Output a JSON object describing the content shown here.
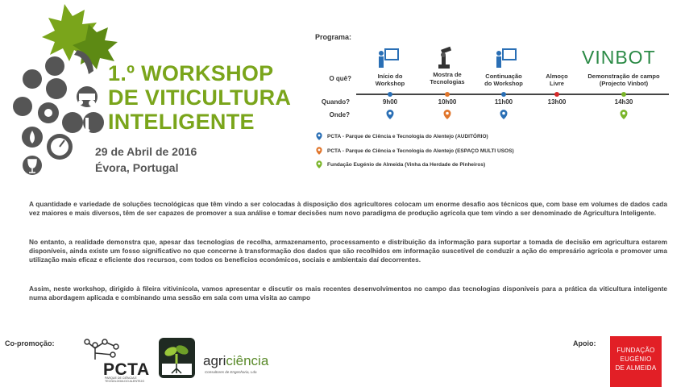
{
  "title": {
    "line1": "1.º WORKSHOP",
    "line2": "DE VITICULTURA",
    "line3": "INTELIGENTE"
  },
  "event": {
    "date": "29 de Abril de 2016",
    "place": "Évora, Portugal"
  },
  "program": {
    "label": "Programa:",
    "row_what": "O quê?",
    "row_when": "Quando?",
    "row_where": "Onde?",
    "items": [
      {
        "what_l1": "Início do",
        "what_l2": "Workshop",
        "time": "9h00",
        "pin_color": "#2a6fb5"
      },
      {
        "what_l1": "Mostra de",
        "what_l2": "Tecnologias",
        "time": "10h00",
        "pin_color": "#e0752b"
      },
      {
        "what_l1": "Continuação",
        "what_l2": "do Workshop",
        "time": "11h00",
        "pin_color": "#2a6fb5"
      },
      {
        "what_l1": "Almoço",
        "what_l2": "Livre",
        "time": "13h00",
        "pin_color": "#d62a2a"
      },
      {
        "what_l1": "Demonstração de campo",
        "what_l2": "(Projecto Vinbot)",
        "time": "14h30",
        "pin_color": "#7ab52a"
      }
    ],
    "vinbot_logo": "VINBOT",
    "legend": [
      {
        "text": "PCTA - Parque de Ciência e Tecnologia do Alentejo (AUDITÓRIO)",
        "color": "#2a6fb5"
      },
      {
        "text": "PCTA - Parque de Ciência e Tecnologia do Alentejo (ESPAÇO MULTI USOS)",
        "color": "#e0752b"
      },
      {
        "text": "Fundação Eugénio de Almeida (Vinha da Herdade de Pinheiros)",
        "color": "#7ab52a"
      }
    ]
  },
  "body": {
    "p1": "A quantidade e variedade de soluções tecnológicas que têm vindo a ser colocadas à disposição dos agricultores colocam um enorme desafio aos técnicos que, com base em volumes de dados cada vez maiores e mais diversos, têm de ser capazes de promover a sua análise e tomar decisões num novo paradigma de produção agrícola que tem vindo a ser denominado de Agricultura Inteligente.",
    "p2": "No entanto, a realidade demonstra que, apesar das tecnologias de recolha, armazenamento, processamento e distribuição da informação para suportar a tomada de decisão em agricultura estarem disponíveis, ainda existe um fosso significativo no que concerne à transformação dos dados que são recolhidos em informação suscetível de conduzir a ação do empresário agrícola e promover uma utilização mais eficaz e eficiente dos recursos, com todos os benefícios económicos, sociais e ambientais daí decorrentes.",
    "p3": "Assim, neste workshop, dirigido à fileira vitivinícola, vamos apresentar e discutir os mais recentes desenvolvimentos no campo das tecnologias disponíveis para a prática da viticultura inteligente numa abordagem aplicada e combinando uma sessão em sala com uma visita ao campo"
  },
  "footer": {
    "copromotion_label": "Co-promoção:",
    "support_label": "Apoio:",
    "pcta_logo": "PCTA",
    "pcta_sub": "PARQUE DE CIÊNCIA E TECNOLOGIA DO ALENTEJO",
    "agri_logo_a": "agri",
    "agri_logo_b": "ciência",
    "agri_sub": "Consultores de Engenharia, Lda",
    "fea_l1": "FUNDAÇÃO",
    "fea_l2": "EUGÉNIO",
    "fea_l3": "DE ALMEIDA"
  }
}
